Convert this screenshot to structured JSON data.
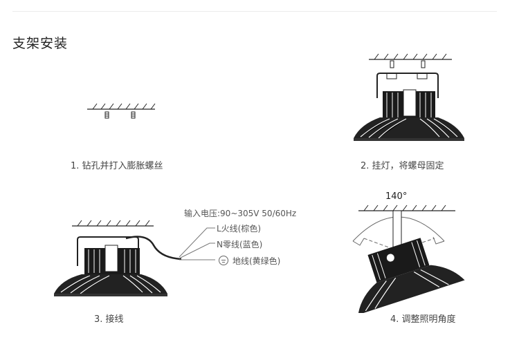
{
  "title": "支架安装",
  "steps": [
    {
      "caption": "1. 钻孔并打入膨胀螺丝"
    },
    {
      "caption": "2. 挂灯，将螺母固定"
    },
    {
      "caption": "3. 接线"
    },
    {
      "caption": "4. 调整照明角度"
    }
  ],
  "wiring": {
    "header": "输入电压:90~305V 50/60Hz",
    "live": "L火线(棕色)",
    "neutral": "N零线(蓝色)",
    "ground": "地线(黄绿色)"
  },
  "angle": "140°"
}
